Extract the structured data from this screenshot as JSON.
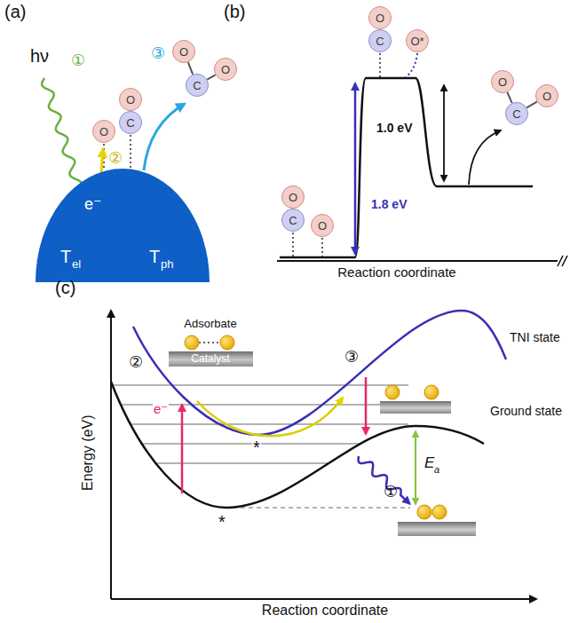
{
  "diagram": {
    "nodes": [
      {
        "text": [
          "e⁻",
          "T",
          "el",
          "T",
          "ph"
        ]
      },
      {
        "text": [
          "O"
        ]
      },
      {
        "text": [
          "O"
        ]
      },
      {
        "text": [
          "C"
        ]
      },
      {
        "text": [
          "O"
        ]
      },
      {
        "text": [
          "C"
        ]
      },
      {
        "text": [
          "O"
        ]
      },
      {
        "text": [
          "O"
        ]
      },
      {
        "text": [
          "C"
        ]
      },
      {
        "text": [
          "O"
        ]
      },
      {
        "text": [
          "O"
        ]
      },
      {
        "text": [
          "C"
        ]
      },
      {
        "text": [
          "O*"
        ]
      },
      {
        "text": [
          "O"
        ]
      },
      {
        "text": [
          "C"
        ]
      },
      {
        "text": [
          "O"
        ]
      },
      {
        "text": [
          "Adsorbate",
          "Catalyst"
        ]
      }
    ],
    "edges": [
      {
        "from": 4,
        "to": 5,
        "arrow": "none"
      },
      {
        "from": 5,
        "to": 6,
        "arrow": "none"
      },
      {
        "from": 13,
        "to": 14,
        "arrow": "none"
      },
      {
        "from": 14,
        "to": 15,
        "arrow": "none"
      }
    ],
    "labels": [
      "(a)",
      "hν",
      "①",
      "②",
      "③",
      "(b)",
      "1.0 eV",
      "1.8 eV",
      "Reaction coordinate",
      "(c)",
      "Energy (eV)",
      "Reaction coordinate",
      "TNI state",
      "Ground state",
      "E",
      "a",
      "e⁻",
      "②",
      "③",
      "①",
      "*",
      "*"
    ]
  }
}
